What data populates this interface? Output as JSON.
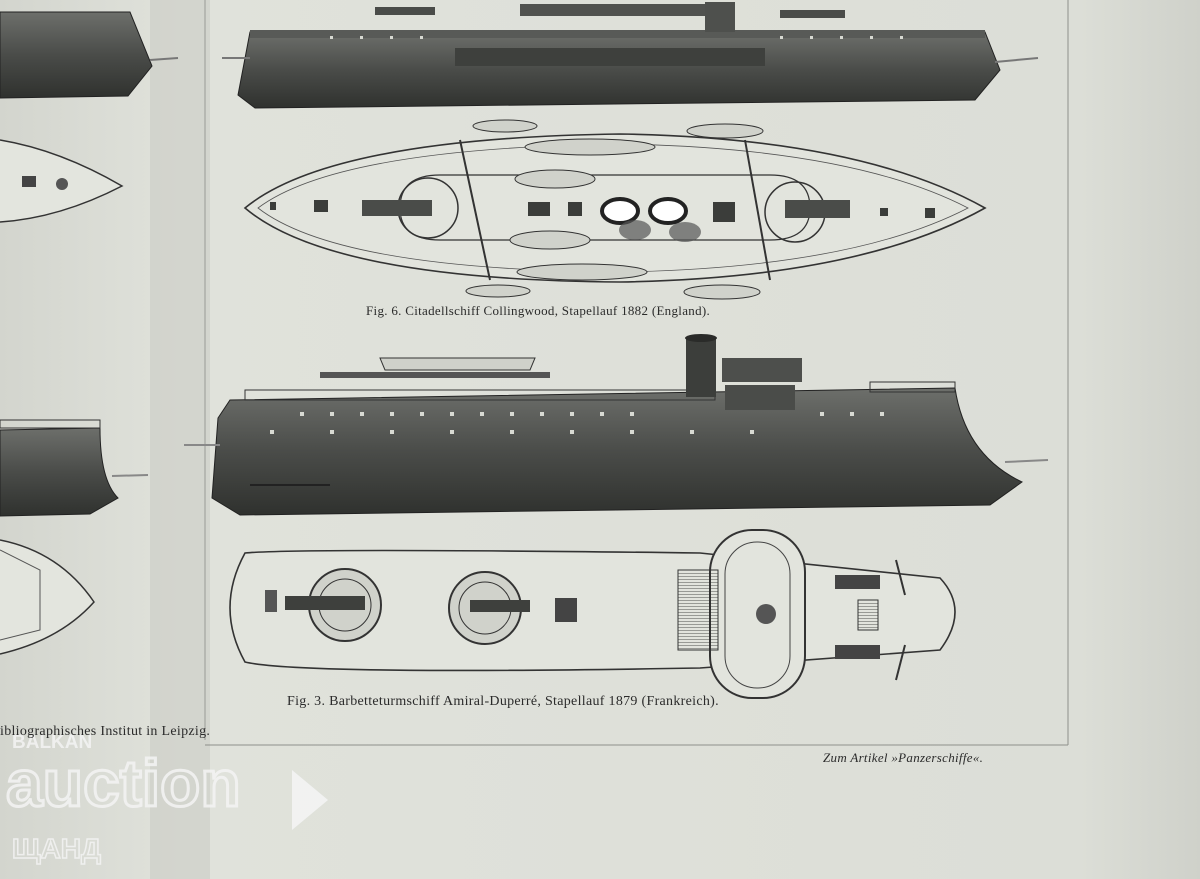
{
  "captions": {
    "fig6": "Fig. 6.  Citadellschiff Collingwood, Stapellauf 1882 (England).",
    "fig3": "Fig. 3.  Barbetteturmschiff Amiral-Duperré, Stapellauf 1879 (Frankreich).",
    "publisher": "ibliographisches Institut in Leipzig.",
    "article": "Zum Artikel »Panzerschiffe«."
  },
  "watermark": {
    "line1": "BALKAN",
    "line2": "auction",
    "line3": "ЩАНД"
  },
  "colors": {
    "paper": "#dfe1da",
    "paper_shadow": "#c6c9c1",
    "ink": "#2f302e",
    "hull_dark": "#3c3e3b",
    "hull_mid": "#6b6d69",
    "watermark": "#f2f2f2"
  }
}
